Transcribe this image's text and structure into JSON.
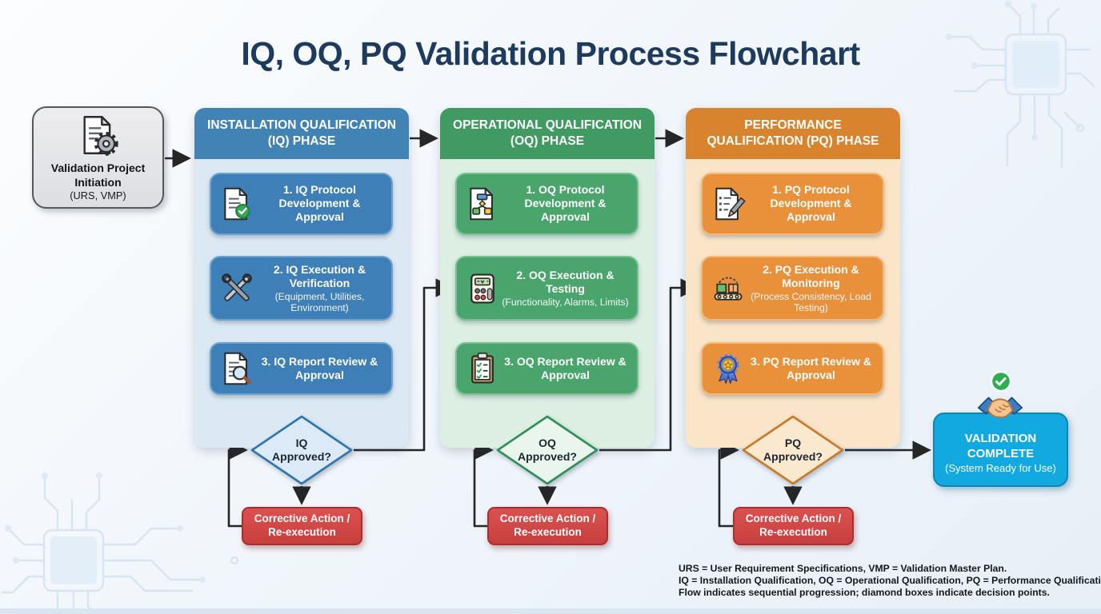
{
  "title": "IQ, OQ, PQ Validation Process Flowchart",
  "colors": {
    "background": "#eef4fa",
    "title_text": "#1c3b5e",
    "arrow": "#262626",
    "circuit_decoration": "#d7e5f3",
    "start_bg": "#e4e5e8",
    "corrective_bg": "#cf4545",
    "corrective_border": "#a82f2f",
    "end_bg": "#12a9e0"
  },
  "start_node": {
    "icon": "document-gear-icon",
    "title": "Validation Project Initiation",
    "subtitle": "(URS, VMP)"
  },
  "phases": [
    {
      "code": "IQ",
      "header": "INSTALLATION QUALIFICATION (IQ) PHASE",
      "colors": {
        "header": "#4183b5",
        "body": "#dce9f5",
        "step": "#3e7fb7",
        "diamond_fill": "#dce9f6",
        "diamond_border": "#2e76ad"
      },
      "steps": [
        {
          "icon": "document-check-icon",
          "title": "1. IQ Protocol Development & Approval",
          "subtitle": ""
        },
        {
          "icon": "crossed-tools-icon",
          "title": "2. IQ Execution & Verification",
          "subtitle": "(Equipment, Utilities, Environment)"
        },
        {
          "icon": "document-magnifier-icon",
          "title": "3. IQ Report Review & Approval",
          "subtitle": ""
        }
      ],
      "decision": "IQ Approved?",
      "corrective": "Corrective Action / Re-execution"
    },
    {
      "code": "OQ",
      "header": "OPERATIONAL QUALIFICATION (OQ) PHASE",
      "colors": {
        "header": "#419a62",
        "body": "#dcefe2",
        "step": "#4aa56c",
        "diamond_fill": "#eaf5ee",
        "diamond_border": "#2f8f57"
      },
      "steps": [
        {
          "icon": "document-flowchart-icon",
          "title": "1. OQ Protocol Development & Approval",
          "subtitle": ""
        },
        {
          "icon": "calculator-icon",
          "title": "2. OQ Execution & Testing",
          "subtitle": "(Functionality, Alarms, Limits)"
        },
        {
          "icon": "clipboard-checklist-icon",
          "title": "3. OQ Report Review & Approval",
          "subtitle": ""
        }
      ],
      "decision": "OQ Approved?",
      "corrective": "Corrective Action / Re-execution"
    },
    {
      "code": "PQ",
      "header": "PERFORMANCE QUALIFICATION (PQ) PHASE",
      "colors": {
        "header": "#d8832d",
        "body": "#fbe5c8",
        "step": "#e8913a",
        "diamond_fill": "#fbe9cf",
        "diamond_border": "#c87a28"
      },
      "steps": [
        {
          "icon": "document-pencil-icon",
          "title": "1. PQ Protocol Development & Approval",
          "subtitle": ""
        },
        {
          "icon": "conveyor-icon",
          "title": "2. PQ Execution & Monitoring",
          "subtitle": "(Process Consistency, Load Testing)"
        },
        {
          "icon": "award-ribbon-icon",
          "title": "3. PQ Report Review & Approval",
          "subtitle": ""
        }
      ],
      "decision": "PQ Approved?",
      "corrective": "Corrective Action / Re-execution"
    }
  ],
  "end_node": {
    "icon": "handshake-icon",
    "badge_icon": "check-circle-icon",
    "title": "VALIDATION COMPLETE",
    "subtitle": "(System Ready for Use)"
  },
  "footer_lines": [
    "URS = User Requirement Specifications, VMP = Validation Master Plan.",
    "IQ = Installation Qualification, OQ = Operational Qualification, PQ = Performance Qualification.",
    "Flow indicates sequential progression; diamond boxes indicate decision points."
  ]
}
